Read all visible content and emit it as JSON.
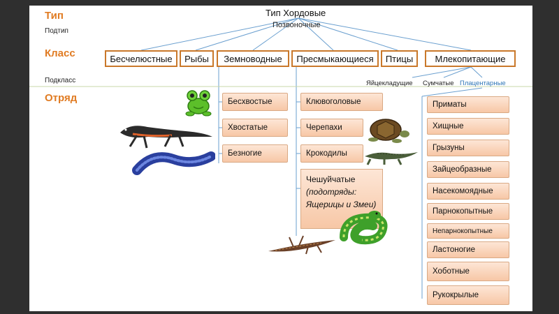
{
  "labels": {
    "tip": "Тип",
    "podtip": "Подтип",
    "klass": "Класс",
    "podklass": "Подкласс",
    "otryad": "Отряд"
  },
  "root": {
    "type": "Тип Хордовые",
    "subtype": "Позвоночные"
  },
  "classes": [
    "Бесчелюстные",
    "Рыбы",
    "Земноводные",
    "Пресмыкающиеся",
    "Птицы",
    "Млекопитающие"
  ],
  "subclasses": [
    "Яйцекладущие",
    "Сумчатые",
    "Плацентарные"
  ],
  "amphibians": [
    "Бесхвостые",
    "Хвостатые",
    "Безногие"
  ],
  "reptiles": [
    "Клювоголовые",
    "Черепахи",
    "Крокодилы"
  ],
  "squamata": {
    "title": "Чешуйчатые",
    "note": "(подотряды: Ящерицы и Змеи)"
  },
  "mammals": [
    "Приматы",
    "Хищные",
    "Грызуны",
    "Зайцеобразные",
    "Насекомоядные",
    "Парнокопытные",
    "Непарнокопытные",
    "Ластоногие",
    "Хоботные",
    "Рукокрылые"
  ],
  "colors": {
    "accent": "#e07b22",
    "class_border": "#c9782a",
    "order_fill": "#f7c7a6",
    "placental_text": "#2e75b6",
    "frame": "#2f2f2f"
  },
  "images": [
    "frog-image",
    "newt-image",
    "caecilian-image",
    "turtle-image",
    "crocodile-image",
    "lizard-image",
    "snake-image"
  ]
}
